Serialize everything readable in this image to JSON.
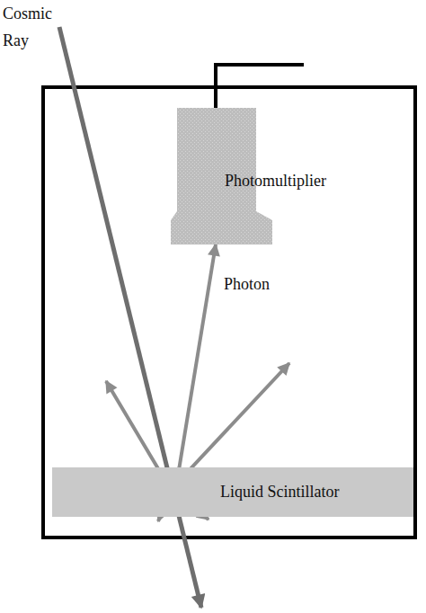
{
  "diagram": {
    "nodes": [
      {
        "text": [
          "Photomultiplier"
        ]
      },
      {
        "text": [
          "Liquid Scintillator"
        ]
      }
    ],
    "edges": [
      {
        "from": 1,
        "to": 0,
        "arrow": "to",
        "label": "Photon"
      }
    ],
    "labels": [
      "Cosmic Ray"
    ]
  }
}
